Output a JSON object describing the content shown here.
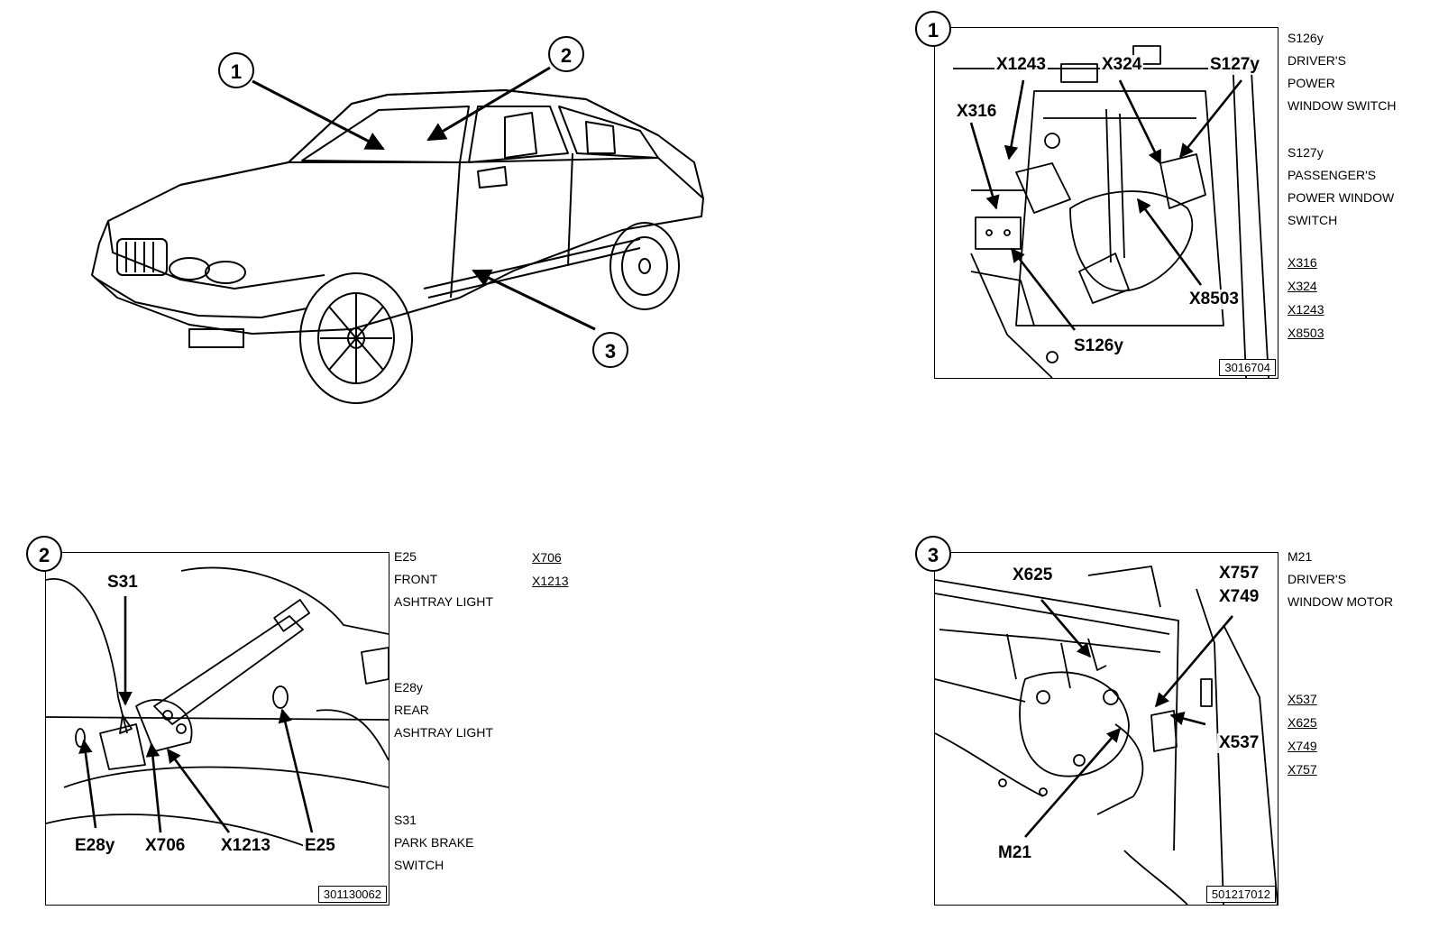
{
  "overview": {
    "callouts": [
      "1",
      "2",
      "3"
    ]
  },
  "panel1": {
    "number": "1",
    "labels": {
      "x1243": "X1243",
      "x324": "X324",
      "s127y": "S127y",
      "x316": "X316",
      "x8503": "X8503",
      "s126y": "S126y"
    },
    "figure_code": "3016704",
    "legend": [
      {
        "code": "S126y",
        "lines": [
          "DRIVER'S",
          "POWER",
          "WINDOW SWITCH"
        ]
      },
      {
        "code": "S127y",
        "lines": [
          "PASSENGER'S",
          "POWER WINDOW",
          "SWITCH"
        ]
      }
    ],
    "connectors": [
      "X316",
      "X324",
      "X1243",
      "X8503"
    ]
  },
  "panel2": {
    "number": "2",
    "labels": {
      "s31": "S31",
      "e28y": "E28y",
      "x706": "X706",
      "x1213": "X1213",
      "e25": "E25"
    },
    "figure_code": "301130062",
    "legend": [
      {
        "code": "E25",
        "lines": [
          "FRONT",
          "ASHTRAY LIGHT"
        ]
      },
      {
        "code": "E28y",
        "lines": [
          "REAR",
          "ASHTRAY LIGHT"
        ]
      },
      {
        "code": "S31",
        "lines": [
          "PARK BRAKE",
          "SWITCH"
        ]
      }
    ],
    "connectors": [
      "X706",
      "X1213"
    ]
  },
  "panel3": {
    "number": "3",
    "labels": {
      "x625": "X625",
      "x757": "X757",
      "x749": "X749",
      "x537": "X537",
      "m21": "M21"
    },
    "figure_code": "501217012",
    "legend": [
      {
        "code": "M21",
        "lines": [
          "DRIVER'S",
          "WINDOW MOTOR"
        ]
      }
    ],
    "connectors": [
      "X537",
      "X625",
      "X749",
      "X757"
    ]
  }
}
